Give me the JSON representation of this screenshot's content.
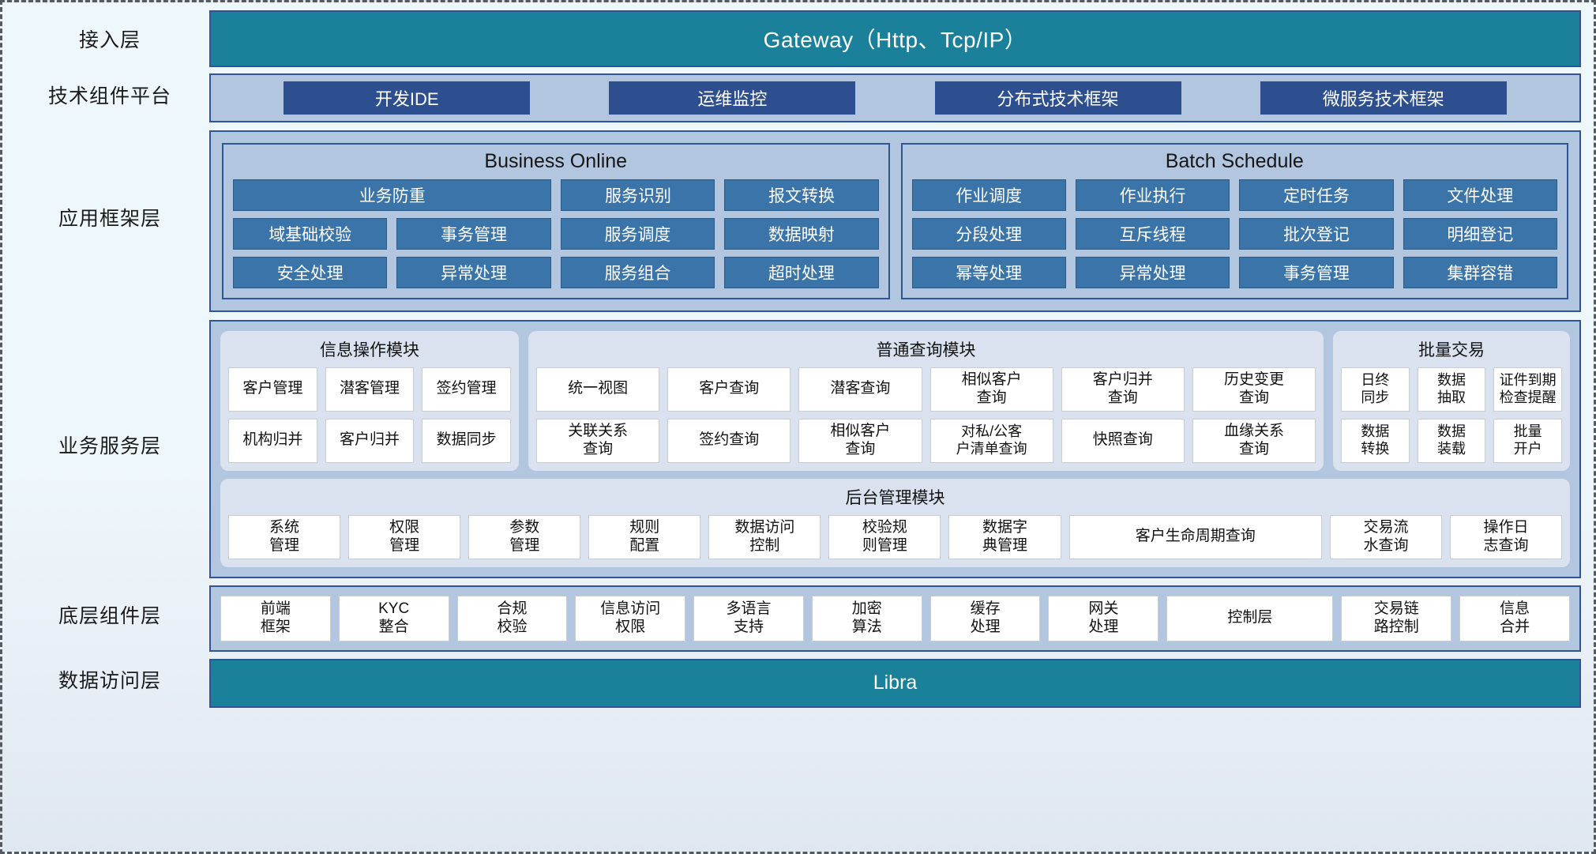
{
  "layers": {
    "access": {
      "label": "接入层",
      "banner": "Gateway（Http、Tcp/IP）"
    },
    "tech": {
      "label": "技术组件平台",
      "chips": [
        "开发IDE",
        "运维监控",
        "分布式技术框架",
        "微服务技术框架"
      ]
    },
    "appframework": {
      "label": "应用框架层",
      "panels": [
        {
          "title": "Business Online",
          "rows": [
            [
              "业务防重",
              "服务识别",
              "报文转换"
            ],
            [
              "域基础校验",
              "事务管理",
              "服务调度",
              "数据映射"
            ],
            [
              "安全处理",
              "异常处理",
              "服务组合",
              "超时处理"
            ]
          ]
        },
        {
          "title": "Batch Schedule",
          "rows": [
            [
              "作业调度",
              "作业执行",
              "定时任务",
              "文件处理"
            ],
            [
              "分段处理",
              "互斥线程",
              "批次登记",
              "明细登记"
            ],
            [
              "幂等处理",
              "异常处理",
              "事务管理",
              "集群容错"
            ]
          ]
        }
      ]
    },
    "service": {
      "label": "业务服务层",
      "cards": [
        {
          "title": "信息操作模块",
          "rows": [
            [
              "客户管理",
              "潜客管理",
              "签约管理"
            ],
            [
              "机构归并",
              "客户归并",
              "数据同步"
            ]
          ]
        },
        {
          "title": "普通查询模块",
          "rows": [
            [
              "统一视图",
              "客户查询",
              "潜客查询",
              "相似客户\n查询",
              "客户归并\n查询",
              "历史变更\n查询"
            ],
            [
              "关联关系\n查询",
              "签约查询",
              "相似客户\n查询",
              "对私/公客\n户清单查询",
              "快照查询",
              "血缘关系\n查询"
            ]
          ]
        },
        {
          "title": "批量交易",
          "rows": [
            [
              "日终\n同步",
              "数据\n抽取",
              "证件到期\n检查提醒"
            ],
            [
              "数据\n转换",
              "数据\n装载",
              "批量\n开户"
            ]
          ]
        }
      ],
      "admin": {
        "title": "后台管理模块",
        "row": [
          "系统\n管理",
          "权限\n管理",
          "参数\n管理",
          "规则\n配置",
          "数据访问\n控制",
          "校验规\n则管理",
          "数据字\n典管理",
          "客户生命周期查询",
          "交易流\n水查询",
          "操作日\n志查询"
        ]
      }
    },
    "component": {
      "label": "底层组件层",
      "items": [
        "前端\n框架",
        "KYC\n整合",
        "合规\n校验",
        "信息访问\n权限",
        "多语言\n支持",
        "加密\n算法",
        "缓存\n处理",
        "网关\n处理",
        "控制层",
        "交易链\n路控制",
        "信息\n合并"
      ]
    },
    "data": {
      "label": "数据访问层",
      "banner": "Libra"
    }
  },
  "colors": {
    "teal": "#1b8099",
    "panel_blue": "#b3c6e0",
    "chip_dark_blue": "#2e4f8f",
    "chip_blue": "#3a74a8",
    "card_bg": "#dae2f0",
    "border_blue": "#2f5597",
    "page_bg": "#eef7fb"
  }
}
